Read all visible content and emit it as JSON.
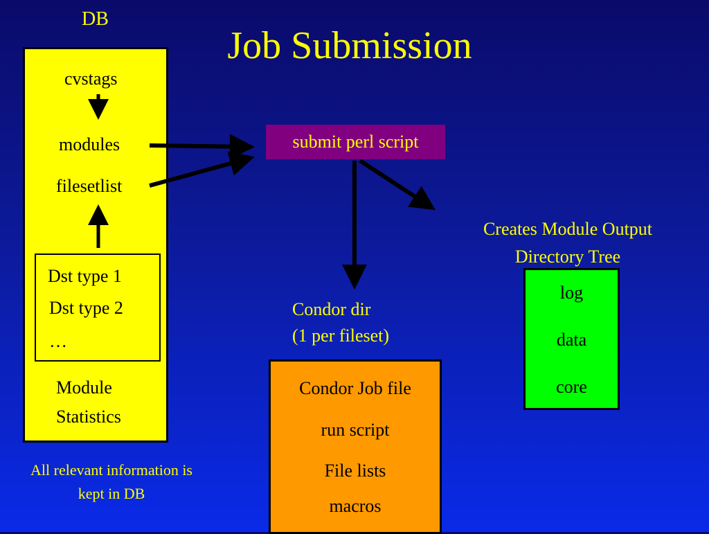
{
  "header": {
    "db_label": "DB",
    "title": "Job Submission"
  },
  "db_box": {
    "cvstags": "cvstags",
    "modules": "modules",
    "filesetlist": "filesetlist",
    "dst_types": [
      "Dst type 1",
      "Dst type 2",
      "…"
    ],
    "module_statistics_line1": "Module",
    "module_statistics_line2": "Statistics"
  },
  "db_note": {
    "line1": "All relevant information is",
    "line2": "kept in DB"
  },
  "submit": {
    "label": "submit perl script"
  },
  "condor": {
    "label_line1": "Condor dir",
    "label_line2": "(1 per fileset)",
    "items": [
      "Condor Job file",
      "run script",
      "File lists",
      "macros"
    ]
  },
  "output": {
    "label_line1": "Creates Module Output",
    "label_line2": "Directory Tree",
    "items": [
      "log",
      "data",
      "core"
    ]
  },
  "colors": {
    "background_top": "#0a0a6a",
    "background_bottom": "#0a2ae8",
    "text": "#ffff00",
    "db_box": "#ffff00",
    "submit_box": "#800080",
    "condor_box": "#ff9900",
    "output_box": "#00ff00"
  }
}
